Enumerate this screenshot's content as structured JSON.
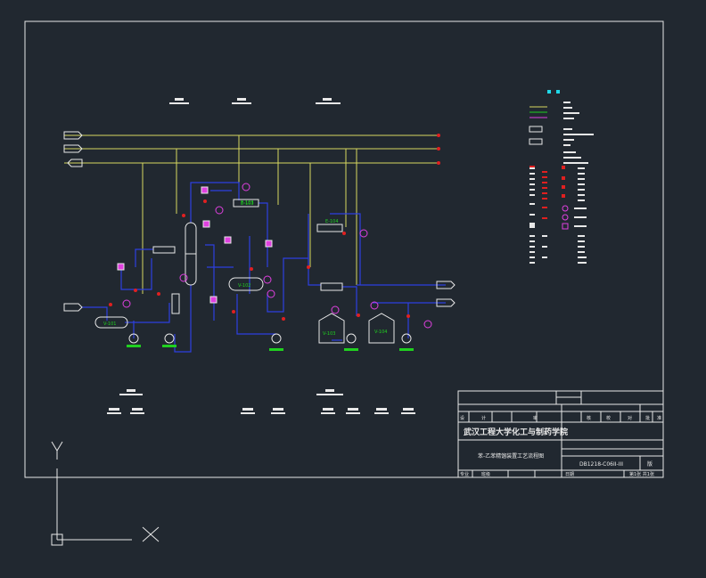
{
  "colors": {
    "background": "#212830",
    "frame": "#e8e8e8",
    "yellow_line": "#d8d860",
    "blue_line": "#2d3fe0",
    "red": "#e02020",
    "green": "#20d020",
    "magenta": "#e040e0",
    "cyan": "#20d8e8"
  },
  "equipment": {
    "v101": "V-101",
    "v102": "V-102",
    "v103": "V-103",
    "v104": "V-104",
    "e103": "E-103",
    "e104": "E-104"
  },
  "title_block": {
    "school": "武汉工程大学化工与制药学院",
    "drawing_title": "苯-乙苯精馏装置工艺流程图",
    "drawing_no": "DB1218-C06II-III",
    "col_labels": [
      "设",
      "计",
      "审",
      "核",
      "校",
      "对",
      "批",
      "准"
    ],
    "bottom_labels": [
      "专业",
      "班级",
      "日期",
      "第1张 共1张"
    ],
    "side_label": "版"
  }
}
